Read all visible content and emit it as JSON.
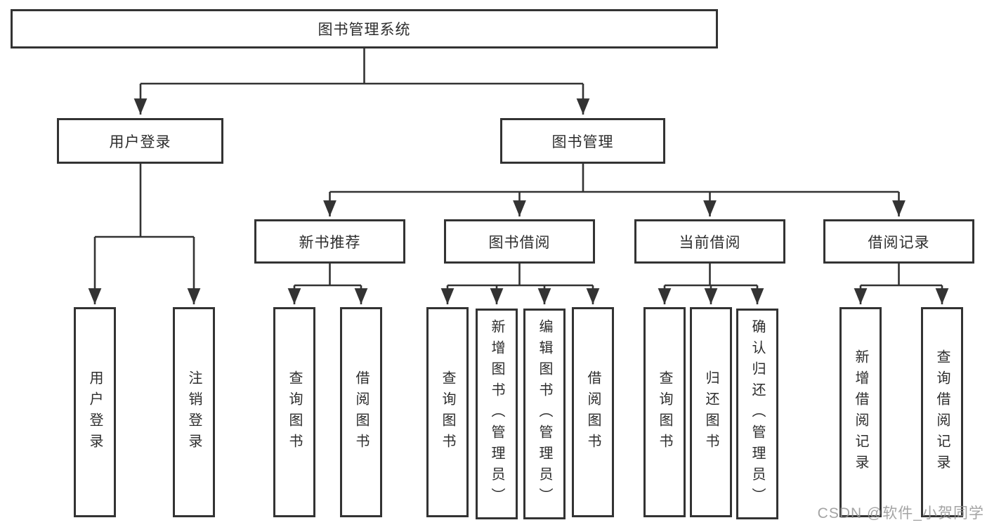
{
  "diagram": {
    "title": "图书管理系统",
    "level1": [
      {
        "label": "用户登录",
        "children": [
          {
            "label": "用户登录"
          },
          {
            "label": "注销登录"
          }
        ]
      },
      {
        "label": "图书管理",
        "children": [
          {
            "label": "新书推荐",
            "children": [
              {
                "label": "查询图书"
              },
              {
                "label": "借阅图书"
              }
            ]
          },
          {
            "label": "图书借阅",
            "children": [
              {
                "label": "查询图书"
              },
              {
                "label": "新增图书（管理员）"
              },
              {
                "label": "编辑图书（管理员）"
              },
              {
                "label": "借阅图书"
              }
            ]
          },
          {
            "label": "当前借阅",
            "children": [
              {
                "label": "查询图书"
              },
              {
                "label": "归还图书"
              },
              {
                "label": "确认归还（管理员）"
              }
            ]
          },
          {
            "label": "借阅记录",
            "children": [
              {
                "label": "新增借阅记录"
              },
              {
                "label": "查询借阅记录"
              }
            ]
          }
        ]
      }
    ]
  },
  "watermark": {
    "text": "CSDN @软件_小贺同学"
  },
  "colors": {
    "line": "#333333",
    "box_border": "#333333",
    "box_fill": "#ffffff",
    "text": "#2d2d2d",
    "watermark": "#949494",
    "background": "#ffffff"
  }
}
